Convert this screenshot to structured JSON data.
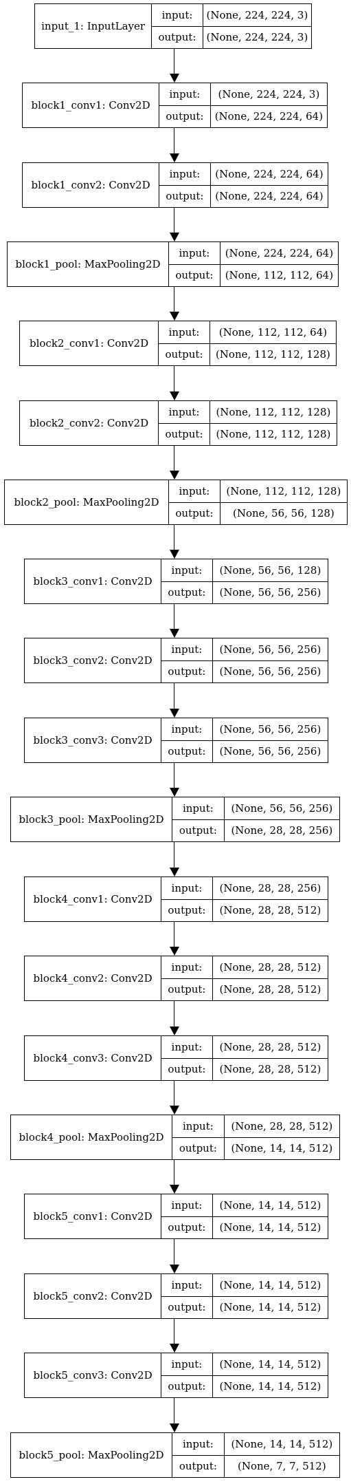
{
  "labels": {
    "input": "input:",
    "output": "output:"
  },
  "layers": [
    {
      "name": "input_1: InputLayer",
      "input": "(None, 224, 224, 3)",
      "output": "(None, 224, 224, 3)"
    },
    {
      "name": "block1_conv1: Conv2D",
      "input": "(None, 224, 224, 3)",
      "output": "(None, 224, 224, 64)"
    },
    {
      "name": "block1_conv2: Conv2D",
      "input": "(None, 224, 224, 64)",
      "output": "(None, 224, 224, 64)"
    },
    {
      "name": "block1_pool: MaxPooling2D",
      "input": "(None, 224, 224, 64)",
      "output": "(None, 112, 112, 64)"
    },
    {
      "name": "block2_conv1: Conv2D",
      "input": "(None, 112, 112, 64)",
      "output": "(None, 112, 112, 128)"
    },
    {
      "name": "block2_conv2: Conv2D",
      "input": "(None, 112, 112, 128)",
      "output": "(None, 112, 112, 128)"
    },
    {
      "name": "block2_pool: MaxPooling2D",
      "input": "(None, 112, 112, 128)",
      "output": "(None, 56, 56, 128)"
    },
    {
      "name": "block3_conv1: Conv2D",
      "input": "(None, 56, 56, 128)",
      "output": "(None, 56, 56, 256)"
    },
    {
      "name": "block3_conv2: Conv2D",
      "input": "(None, 56, 56, 256)",
      "output": "(None, 56, 56, 256)"
    },
    {
      "name": "block3_conv3: Conv2D",
      "input": "(None, 56, 56, 256)",
      "output": "(None, 56, 56, 256)"
    },
    {
      "name": "block3_pool: MaxPooling2D",
      "input": "(None, 56, 56, 256)",
      "output": "(None, 28, 28, 256)"
    },
    {
      "name": "block4_conv1: Conv2D",
      "input": "(None, 28, 28, 256)",
      "output": "(None, 28, 28, 512)"
    },
    {
      "name": "block4_conv2: Conv2D",
      "input": "(None, 28, 28, 512)",
      "output": "(None, 28, 28, 512)"
    },
    {
      "name": "block4_conv3: Conv2D",
      "input": "(None, 28, 28, 512)",
      "output": "(None, 28, 28, 512)"
    },
    {
      "name": "block4_pool: MaxPooling2D",
      "input": "(None, 28, 28, 512)",
      "output": "(None, 14, 14, 512)"
    },
    {
      "name": "block5_conv1: Conv2D",
      "input": "(None, 14, 14, 512)",
      "output": "(None, 14, 14, 512)"
    },
    {
      "name": "block5_conv2: Conv2D",
      "input": "(None, 14, 14, 512)",
      "output": "(None, 14, 14, 512)"
    },
    {
      "name": "block5_conv3: Conv2D",
      "input": "(None, 14, 14, 512)",
      "output": "(None, 14, 14, 512)"
    },
    {
      "name": "block5_pool: MaxPooling2D",
      "input": "(None, 14, 14, 512)",
      "output": "(None, 7, 7, 512)"
    }
  ]
}
